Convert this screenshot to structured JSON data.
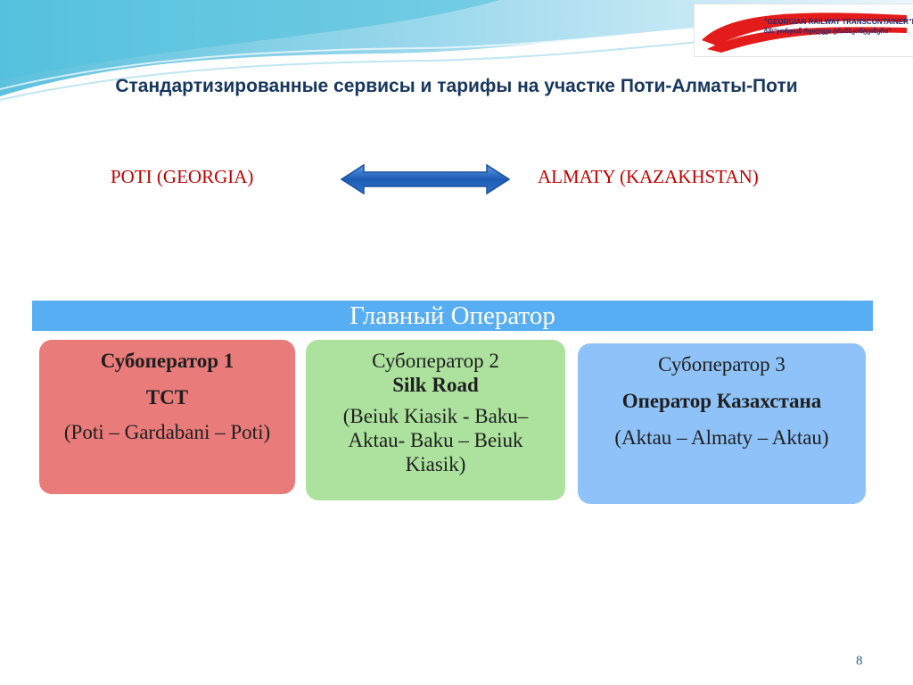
{
  "slide": {
    "title": "Стандартизированные сервисы и тарифы на участке Поти-Алматы-Поти",
    "page_number": "8"
  },
  "logo": {
    "line1": "\"GEORGIAN RAILWAY TRANSCONTAINER\"LTD",
    "line2": "შპს\"ჯორჯიან რეილვეი ტრანსკონტეინერი\""
  },
  "route": {
    "from": "POTI (GEORGIA)",
    "to": "ALMATY  (KAZAKHSTAN)",
    "arrow_color": "#1e5cb3"
  },
  "main_operator": {
    "label": "Главный Оператор",
    "color": "#58aef2"
  },
  "suboperators": [
    {
      "heading": "Субоператор 1",
      "name": "TCT",
      "route": "(Poti – Gardabani – Poti)",
      "color": "#e97b7b"
    },
    {
      "heading": "Субоператор 2",
      "name": "Silk Road",
      "route": "(Beiuk Kiasik - Baku– Aktau- Baku – Beiuk Kiasik)",
      "color": "#ace29e"
    },
    {
      "heading": "Субоператор 3",
      "name": "Оператор Казахстана",
      "route": "(Aktau – Almaty – Aktau)",
      "color": "#8ec2f8"
    }
  ]
}
